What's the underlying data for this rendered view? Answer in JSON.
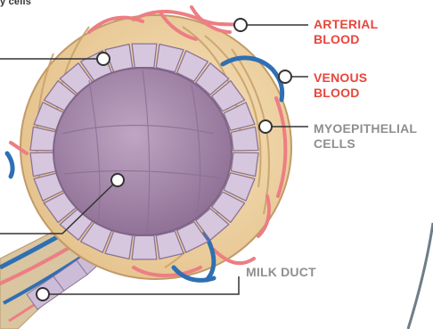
{
  "diagram": {
    "corner_text": "y cells",
    "labels": {
      "arterial": {
        "line1": "ARTERIAL",
        "line2": "BLOOD"
      },
      "venous": {
        "line1": "VENOUS",
        "line2": "BLOOD"
      },
      "myoepithelial": {
        "line1": "MYOEPITHELIAL",
        "line2": "CELLS"
      },
      "milk_duct": {
        "line1": "MILK DUCT"
      }
    },
    "colors": {
      "arterial_label": "#e8453c",
      "venous_label": "#e8453c",
      "grey_label": "#8f8f8f",
      "capsule": "#f1d7a6",
      "capsule_edge": "#c29a66",
      "cell": "#d6c7df",
      "cell_edge": "#8a7396",
      "lumen": "#a98bae",
      "artery": "#ec7e84",
      "vein": "#2f6fb3",
      "leader": "#333333"
    }
  }
}
